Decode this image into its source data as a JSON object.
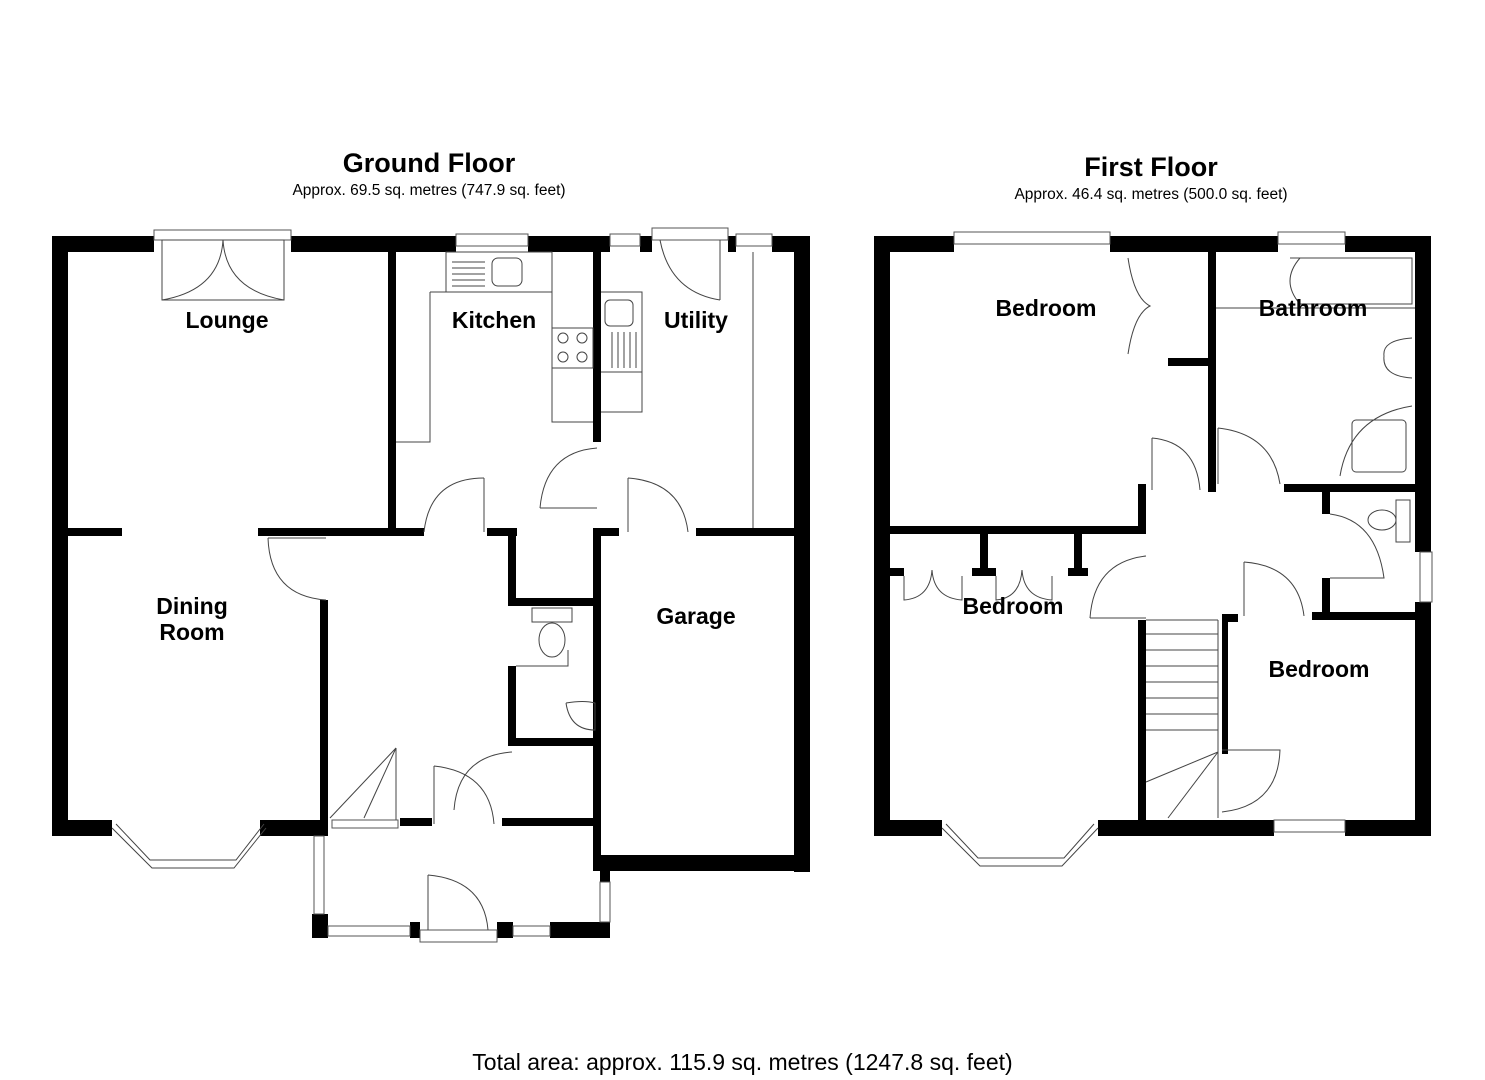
{
  "ground_floor": {
    "title": "Ground Floor",
    "area": "Approx. 69.5 sq. metres (747.9 sq. feet)",
    "rooms": {
      "lounge": "Lounge",
      "kitchen": "Kitchen",
      "utility": "Utility",
      "dining_line1": "Dining",
      "dining_line2": "Room",
      "garage": "Garage"
    }
  },
  "first_floor": {
    "title": "First Floor",
    "area": "Approx. 46.4 sq. metres (500.0 sq. feet)",
    "rooms": {
      "bedroom_1": "Bedroom",
      "bathroom": "Bathroom",
      "bedroom_2": "Bedroom",
      "bedroom_3": "Bedroom"
    }
  },
  "footer": {
    "total_area": "Total area: approx. 115.9 sq. metres (1247.8 sq. feet)"
  },
  "colors": {
    "wall": "#000000",
    "fixture_line": "#444444",
    "background": "#ffffff"
  }
}
